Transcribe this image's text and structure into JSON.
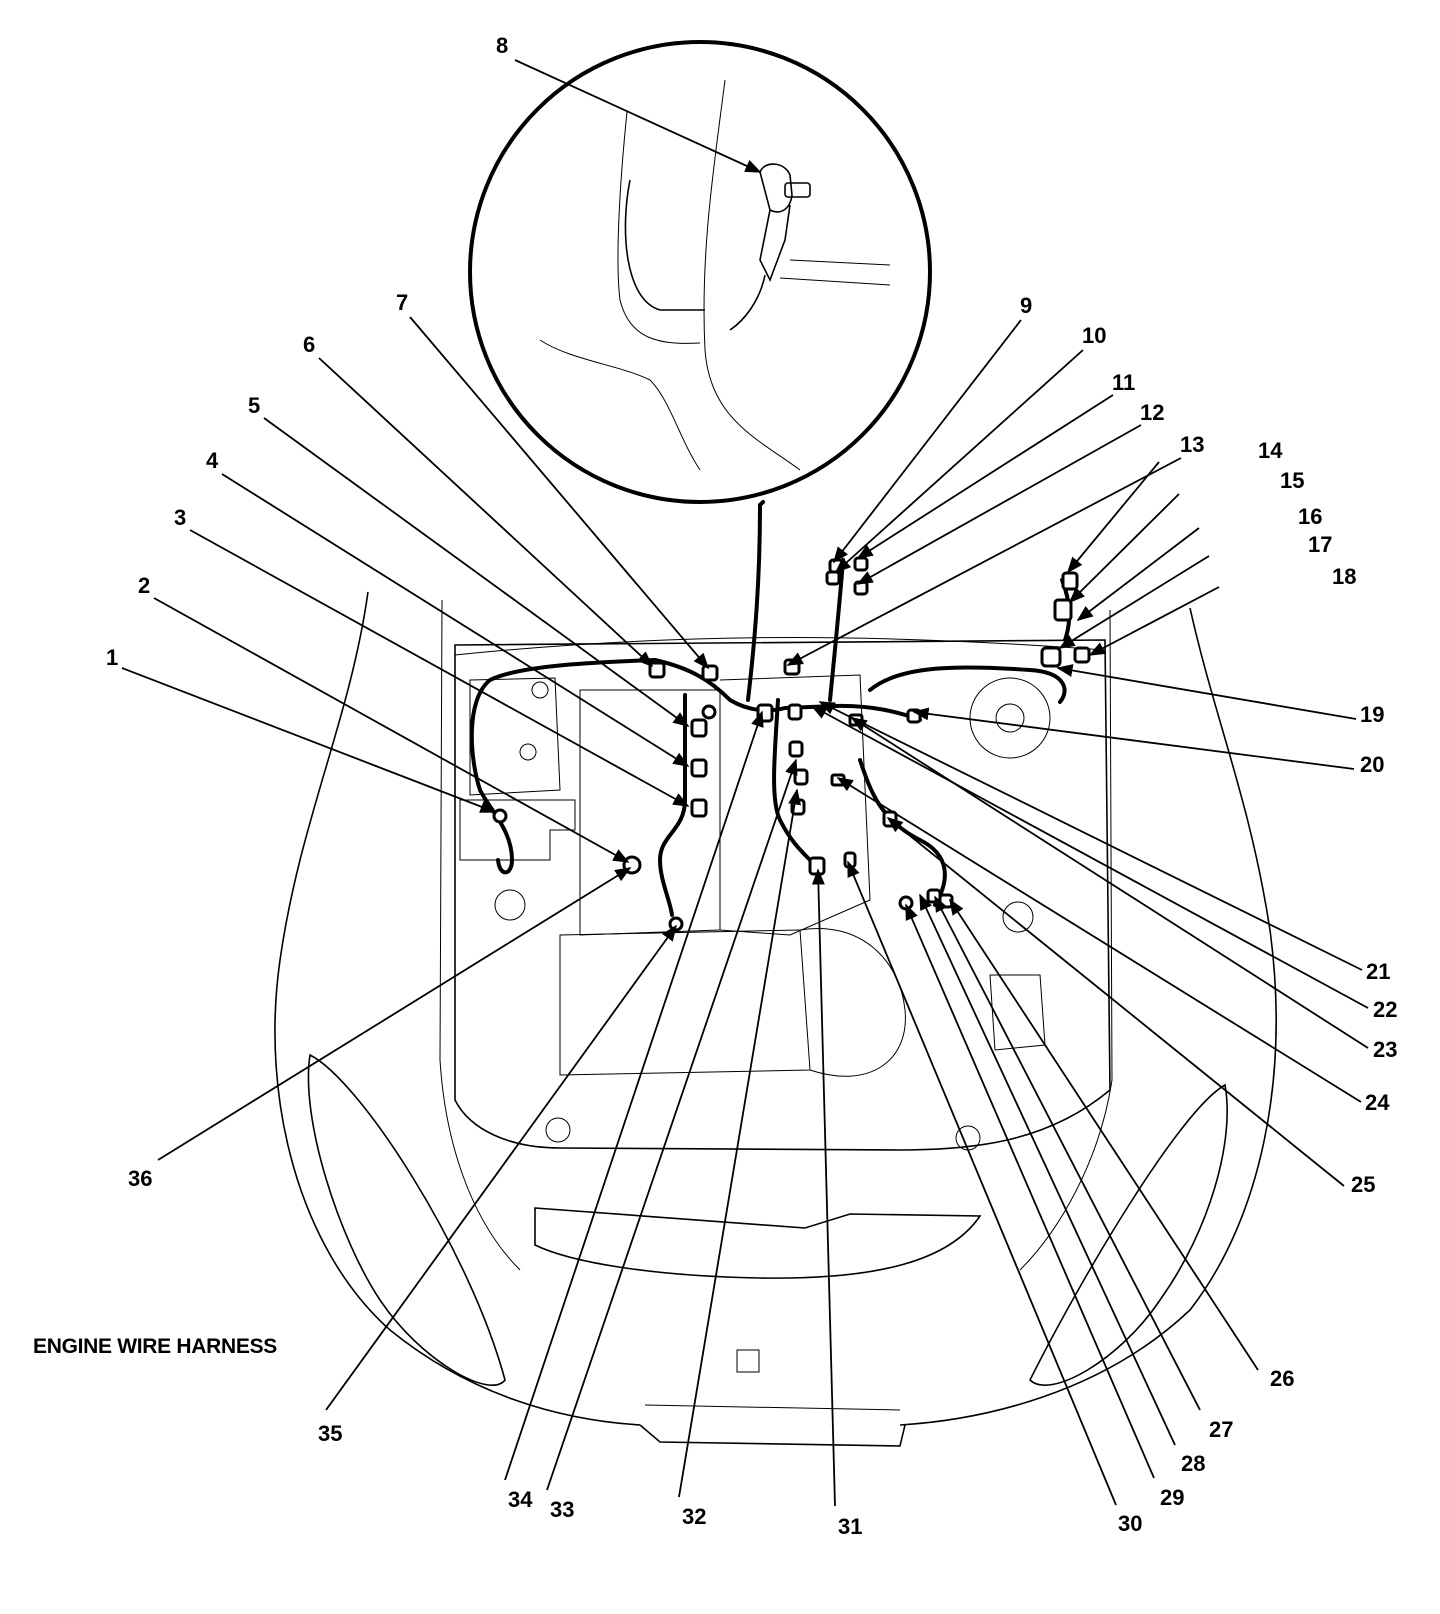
{
  "diagram": {
    "label": "ENGINE WIRE HARNESS",
    "line_color": "#000000",
    "background": "#ffffff",
    "callouts": [
      {
        "n": "1"
      },
      {
        "n": "2"
      },
      {
        "n": "3"
      },
      {
        "n": "4"
      },
      {
        "n": "5"
      },
      {
        "n": "6"
      },
      {
        "n": "7"
      },
      {
        "n": "8"
      },
      {
        "n": "9"
      },
      {
        "n": "10"
      },
      {
        "n": "11"
      },
      {
        "n": "12"
      },
      {
        "n": "13"
      },
      {
        "n": "14"
      },
      {
        "n": "15"
      },
      {
        "n": "16"
      },
      {
        "n": "17"
      },
      {
        "n": "18"
      },
      {
        "n": "19"
      },
      {
        "n": "20"
      },
      {
        "n": "21"
      },
      {
        "n": "22"
      },
      {
        "n": "23"
      },
      {
        "n": "24"
      },
      {
        "n": "25"
      },
      {
        "n": "26"
      },
      {
        "n": "27"
      },
      {
        "n": "28"
      },
      {
        "n": "29"
      },
      {
        "n": "30"
      },
      {
        "n": "31"
      },
      {
        "n": "32"
      },
      {
        "n": "33"
      },
      {
        "n": "34"
      },
      {
        "n": "35"
      },
      {
        "n": "36"
      }
    ]
  }
}
